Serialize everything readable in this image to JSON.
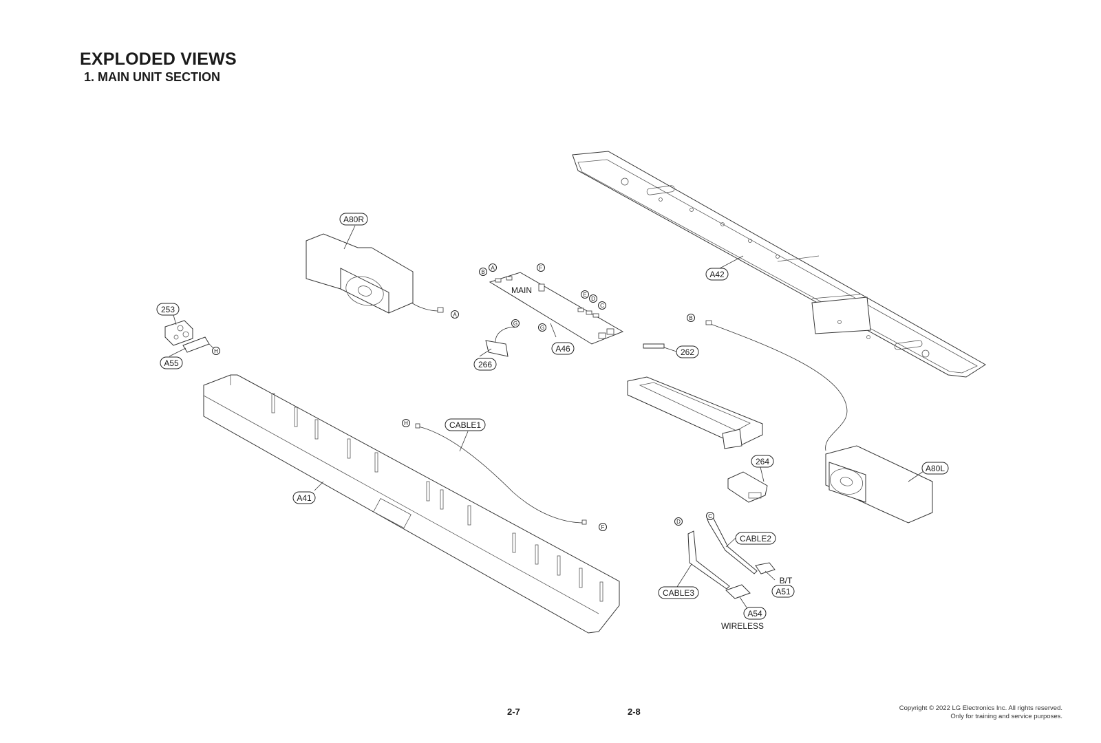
{
  "header": {
    "title": "EXPLODED VIEWS",
    "subtitle": "1. MAIN UNIT SECTION"
  },
  "part_labels": {
    "a80r": "A80R",
    "a42": "A42",
    "a46": "A46",
    "main_board": "MAIN",
    "p253": "253",
    "a55": "A55",
    "p266": "266",
    "p262": "262",
    "cable1": "CABLE1",
    "a41": "A41",
    "p264": "264",
    "a80l": "A80L",
    "cable2": "CABLE2",
    "bt": "B/T",
    "a51": "A51",
    "cable3": "CABLE3",
    "a54": "A54",
    "wireless": "WIRELESS"
  },
  "connector_letters": {
    "a": "A",
    "b": "B",
    "c": "C",
    "d": "D",
    "e": "E",
    "f": "F",
    "g": "G",
    "h": "H"
  },
  "footer": {
    "page_left": "2-7",
    "page_right": "2-8",
    "copyright_line1": "Copyright © 2022 LG Electronics Inc. All rights reserved.",
    "copyright_line2": "Only for training and service purposes."
  }
}
